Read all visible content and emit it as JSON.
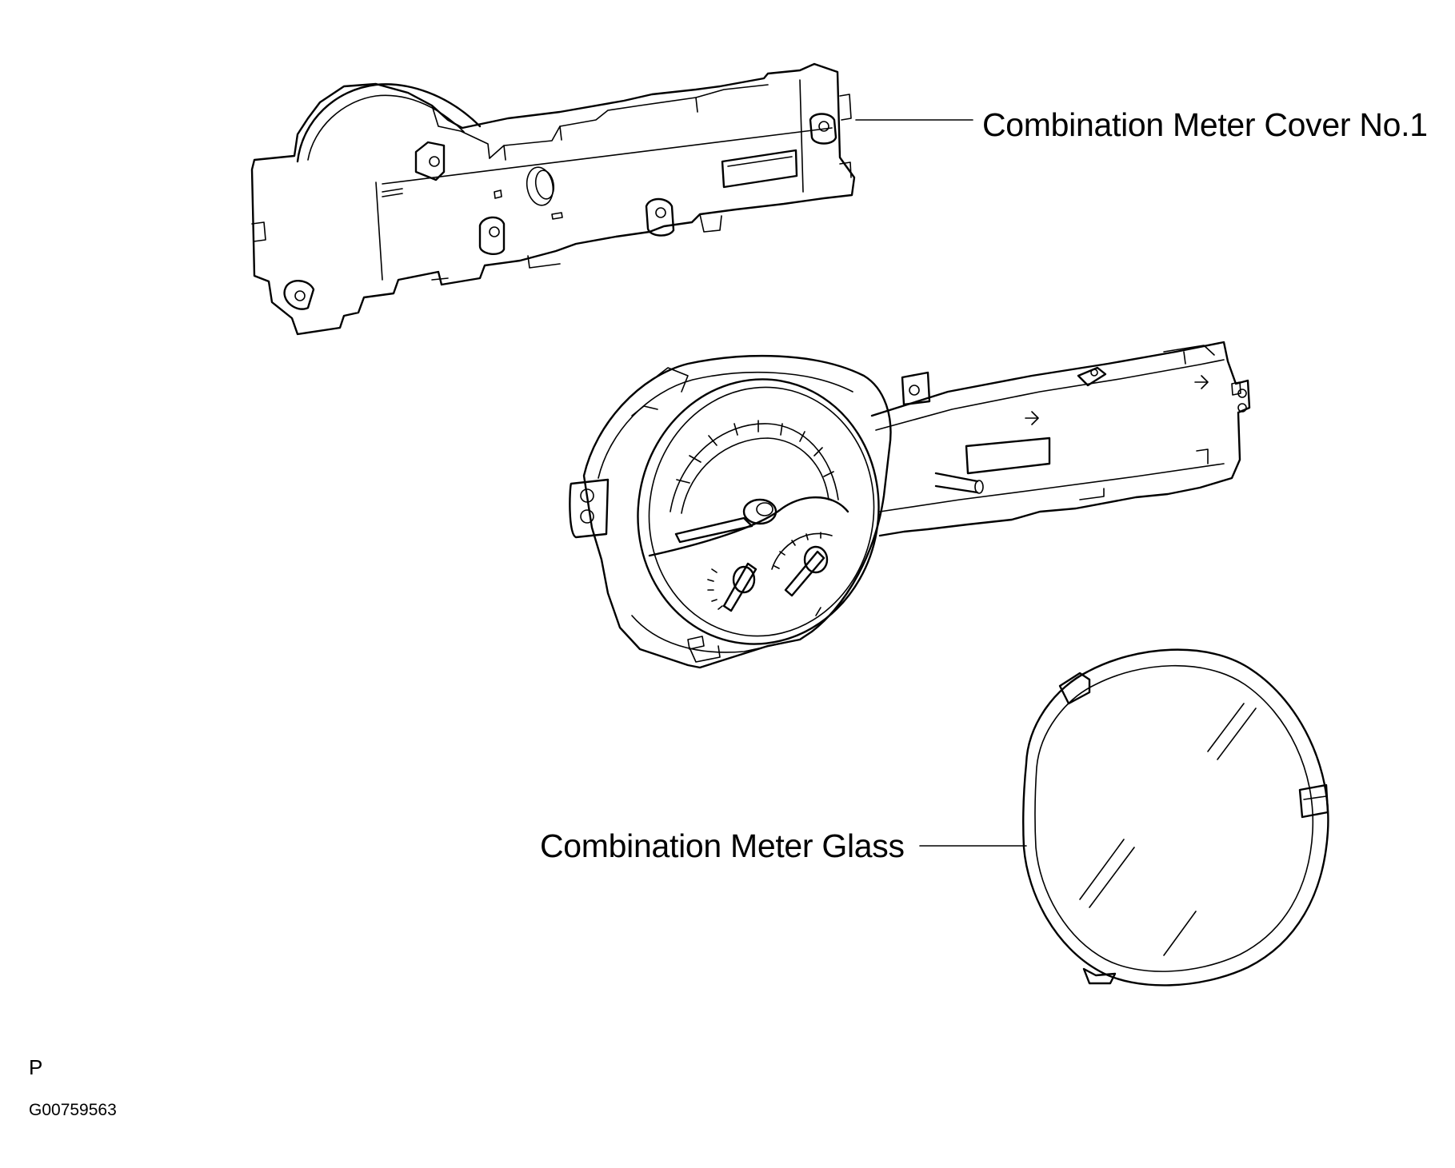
{
  "labels": {
    "cover": "Combination Meter Cover No.1",
    "glass": "Combination Meter Glass"
  },
  "footer": {
    "section_letter": "P",
    "figure_id": "G00759563"
  },
  "colors": {
    "ink": "#000000",
    "paper": "#ffffff"
  }
}
